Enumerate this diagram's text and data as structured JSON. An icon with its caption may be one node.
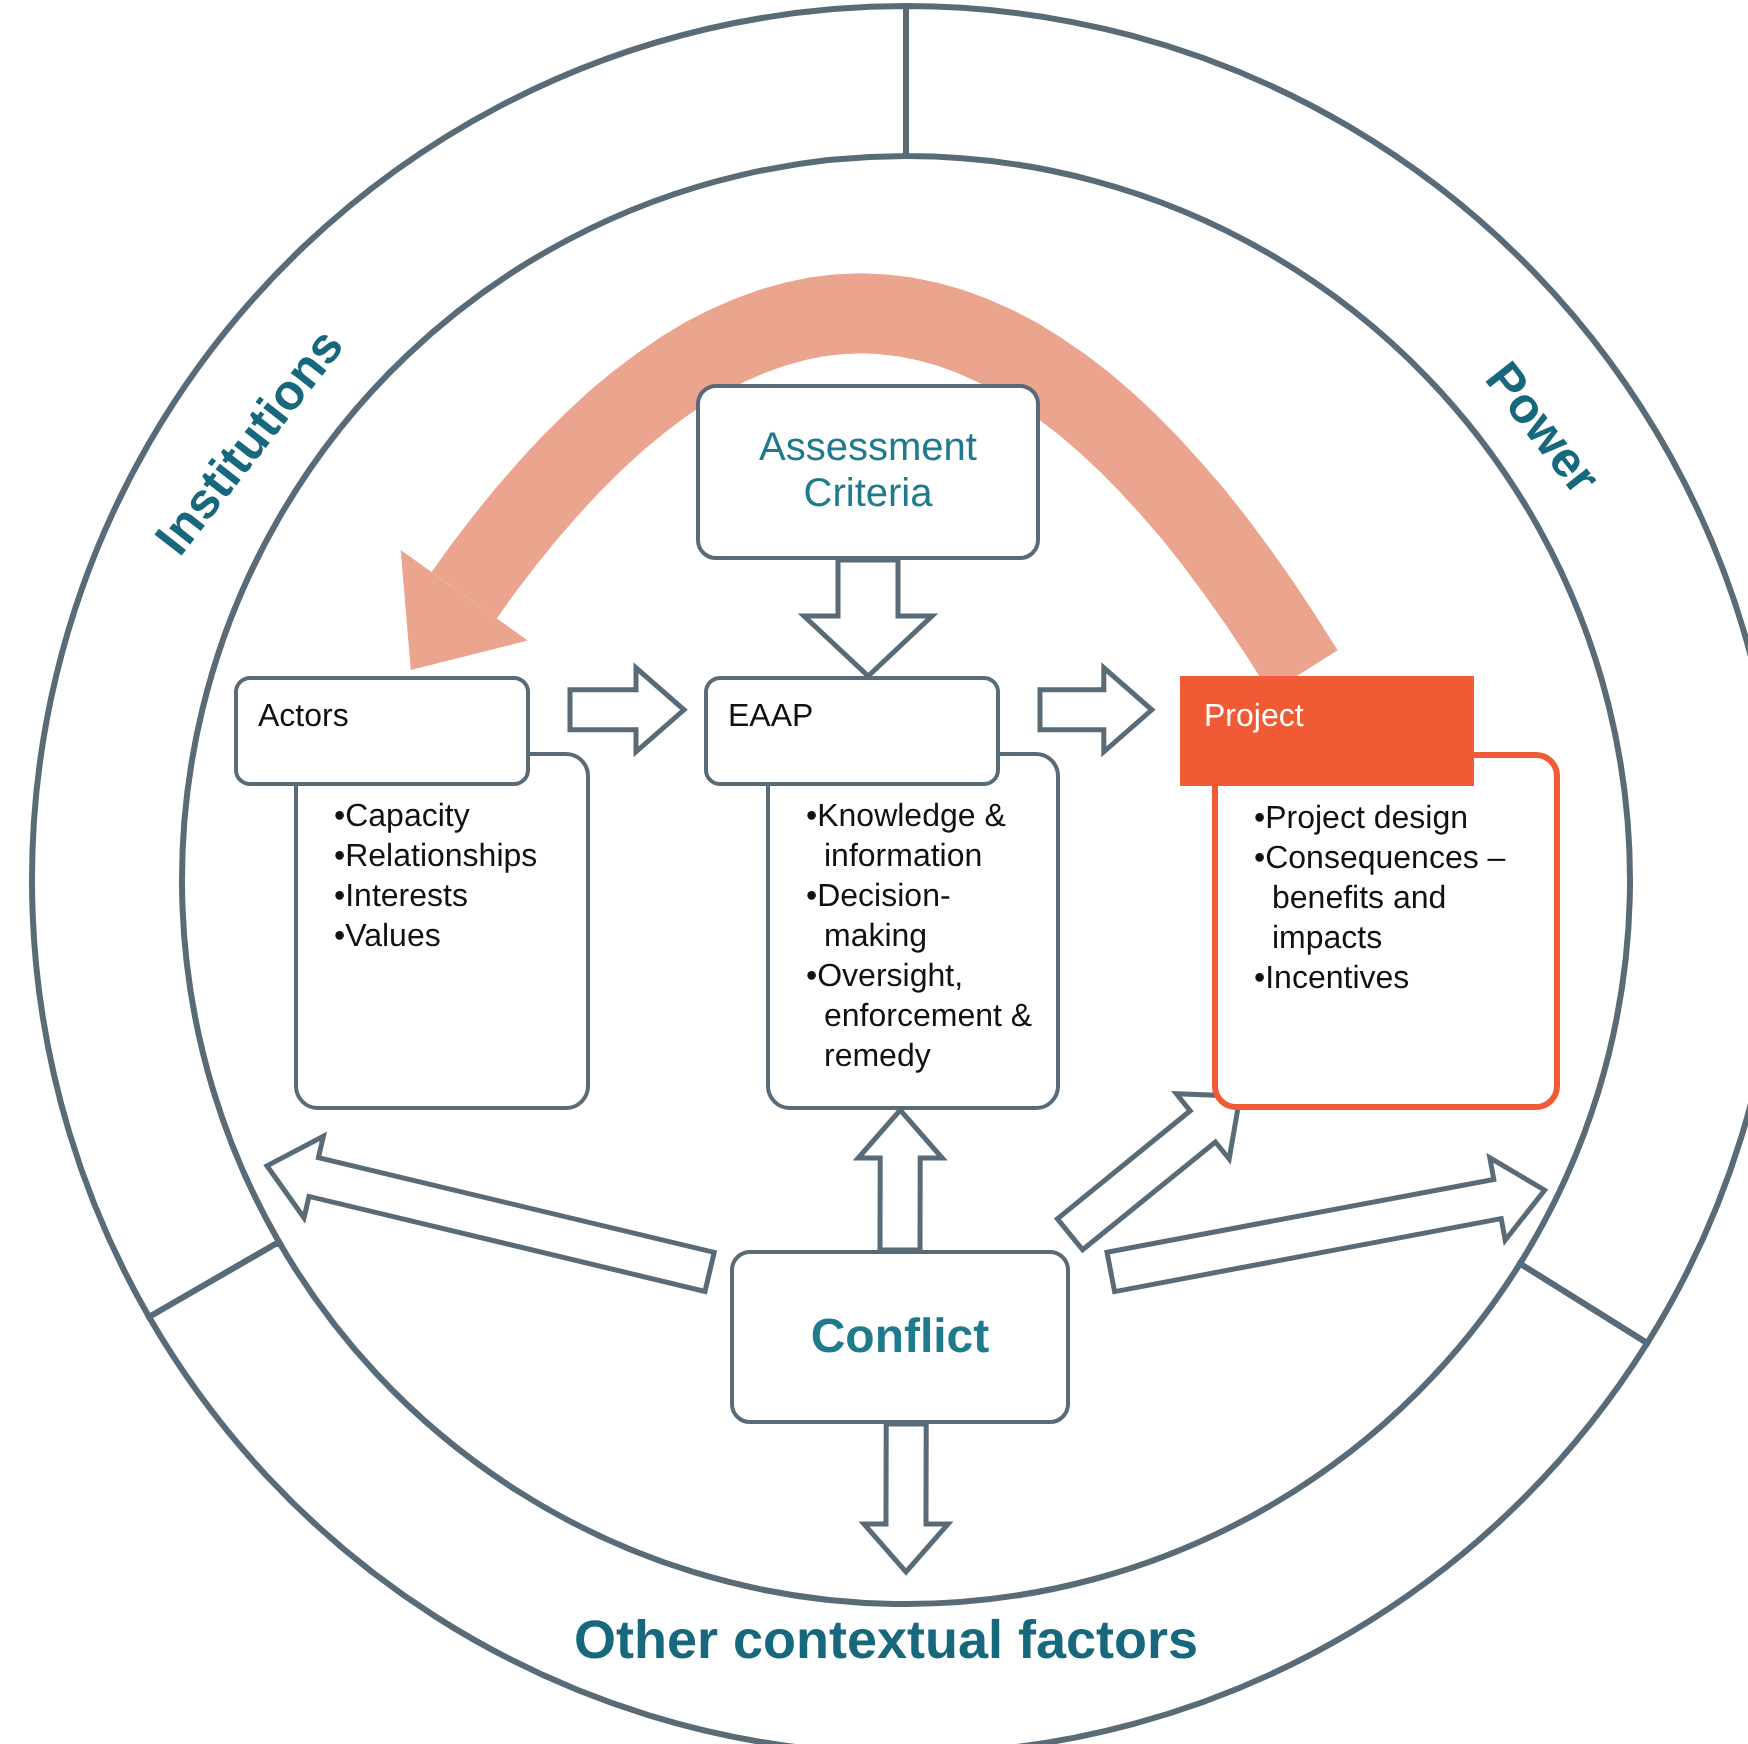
{
  "diagram": {
    "nodes": [
      {
        "text": [
          "Institutions"
        ]
      },
      {
        "text": [
          "Power"
        ]
      },
      {
        "text": [
          "Assessment Criteria"
        ]
      },
      {
        "text": [
          "Actors",
          "•Capacity",
          "•Relationships",
          "•Interests",
          "•Values"
        ]
      },
      {
        "text": [
          "EAAP",
          "•Knowledge & information",
          "•Decision-making",
          "•Oversight, enforcement & remedy"
        ]
      },
      {
        "text": [
          "Project",
          "•Project design",
          "•Consequences – benefits and impacts",
          "•Incentives"
        ]
      },
      {
        "text": [
          "Conflict"
        ]
      },
      {
        "text": [
          "Other contextual factors"
        ]
      }
    ],
    "edges": [
      {
        "from": 3,
        "to": 4,
        "arrow": "to"
      },
      {
        "from": 4,
        "to": 5,
        "arrow": "to"
      },
      {
        "from": 2,
        "to": 4,
        "arrow": "to"
      },
      {
        "from": 5,
        "to": 3,
        "arrow": "to",
        "color": "#eba58f"
      },
      {
        "from": 6,
        "to": 0,
        "arrow": "to"
      },
      {
        "from": 6,
        "to": 4,
        "arrow": "to"
      },
      {
        "from": 6,
        "to": 5,
        "arrow": "to"
      },
      {
        "from": 6,
        "to": 1,
        "arrow": "to"
      },
      {
        "from": 6,
        "to": 7,
        "arrow": "to"
      }
    ]
  }
}
